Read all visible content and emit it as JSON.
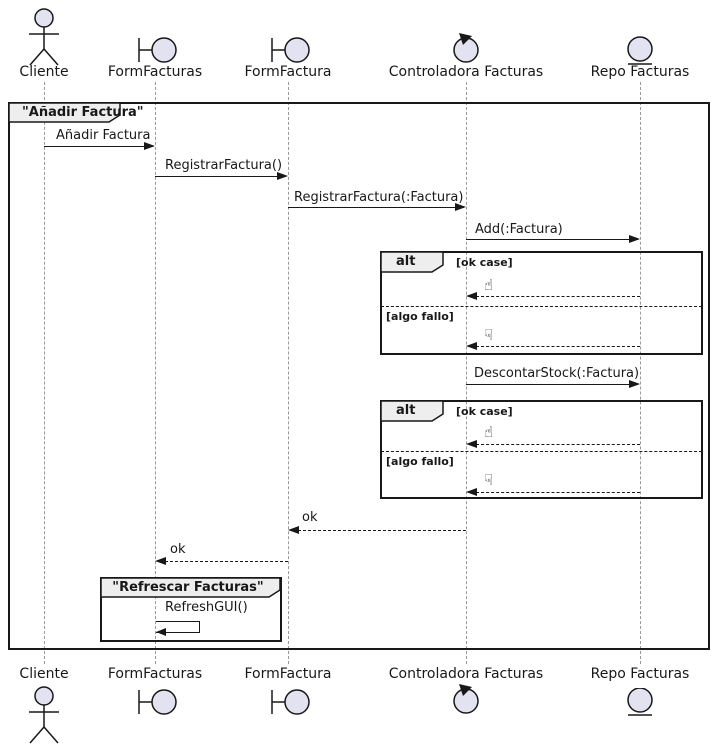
{
  "frames": {
    "outer_title": "\"Añadir Factura\"",
    "inner_title": "\"Refrescar Facturas\""
  },
  "participants": [
    {
      "name": "Cliente",
      "icon": "actor"
    },
    {
      "name": "FormFacturas",
      "icon": "boundary"
    },
    {
      "name": "FormFactura",
      "icon": "boundary"
    },
    {
      "name": "Controladora Facturas",
      "icon": "control"
    },
    {
      "name": "Repo Facturas",
      "icon": "entity"
    }
  ],
  "fragments": [
    {
      "operator": "alt",
      "guards": [
        "[ok case]",
        "[algo fallo]"
      ]
    },
    {
      "operator": "alt",
      "guards": [
        "[ok case]",
        "[algo fallo]"
      ]
    }
  ],
  "messages": [
    {
      "label": "Añadir Factura",
      "from": "Cliente",
      "to": "FormFacturas",
      "type": "call"
    },
    {
      "label": "RegistrarFactura()",
      "from": "FormFacturas",
      "to": "FormFactura",
      "type": "call"
    },
    {
      "label": "RegistrarFactura(:Factura)",
      "from": "FormFactura",
      "to": "Controladora Facturas",
      "type": "call"
    },
    {
      "label": "Add(:Factura)",
      "from": "Controladora Facturas",
      "to": "Repo Facturas",
      "type": "call"
    },
    {
      "label": "☝",
      "icon": "thumbs-up",
      "from": "Repo Facturas",
      "to": "Controladora Facturas",
      "type": "return"
    },
    {
      "label": "☟",
      "icon": "thumbs-down",
      "from": "Repo Facturas",
      "to": "Controladora Facturas",
      "type": "return"
    },
    {
      "label": "DescontarStock(:Factura)",
      "from": "Controladora Facturas",
      "to": "Repo Facturas",
      "type": "call"
    },
    {
      "label": "☝",
      "icon": "thumbs-up",
      "from": "Repo Facturas",
      "to": "Controladora Facturas",
      "type": "return"
    },
    {
      "label": "☟",
      "icon": "thumbs-down",
      "from": "Repo Facturas",
      "to": "Controladora Facturas",
      "type": "return"
    },
    {
      "label": "ok",
      "from": "Controladora Facturas",
      "to": "FormFactura",
      "type": "return"
    },
    {
      "label": "ok",
      "from": "FormFactura",
      "to": "FormFacturas",
      "type": "return"
    },
    {
      "label": "RefreshGUI()",
      "from": "FormFacturas",
      "to": "FormFacturas",
      "type": "self"
    }
  ],
  "colors": {
    "participant_fill": "#E2E2F0",
    "border": "#181818",
    "tab_fill": "#EEEEEE",
    "lifeline": "#999999"
  }
}
